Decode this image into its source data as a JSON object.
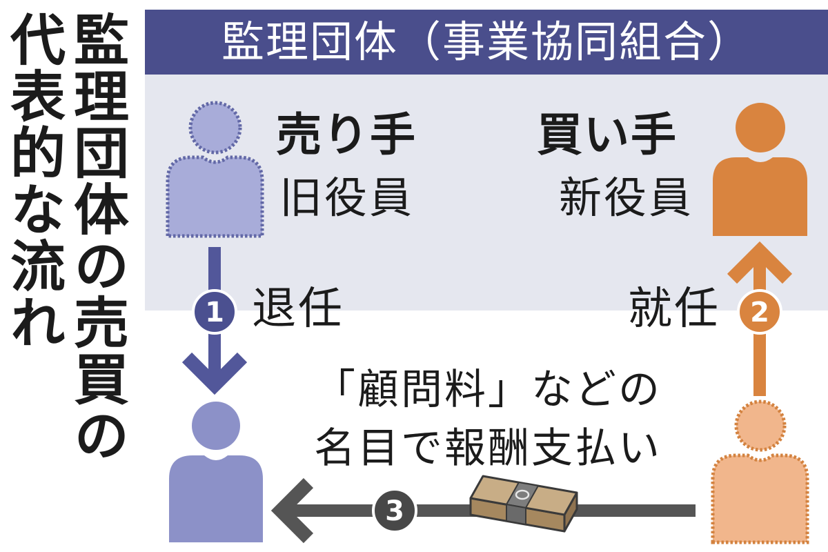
{
  "title": {
    "line1": "監理団体の売買の",
    "line2": "代表的な流れ"
  },
  "header": {
    "label": "監理団体（事業協同組合）"
  },
  "seller": {
    "role": "売り手",
    "position": "旧役員"
  },
  "buyer": {
    "role": "買い手",
    "position": "新役員"
  },
  "steps": [
    {
      "number": "1",
      "label": "退任"
    },
    {
      "number": "2",
      "label": "就任"
    },
    {
      "number": "3",
      "caption_line1": "「顧問料」などの",
      "caption_line2": "名目で報酬支払い"
    }
  ],
  "icons": {
    "seller_former_officer": "person-dotted-icon",
    "seller_after_retirement": "person-icon",
    "buyer_new_officer": "person-icon",
    "buyer_before_appointment": "person-dotted-icon",
    "payment": "money-bundle-icon"
  },
  "colors": {
    "header": "#4a4e8c",
    "panel": "#e5e7ef",
    "indigo": "#52579a",
    "lavender": "#a8acd9",
    "lavender-solid": "#8c91c8",
    "orange": "#d9843f",
    "orange-light": "#f1b68c",
    "gray": "#555555"
  }
}
